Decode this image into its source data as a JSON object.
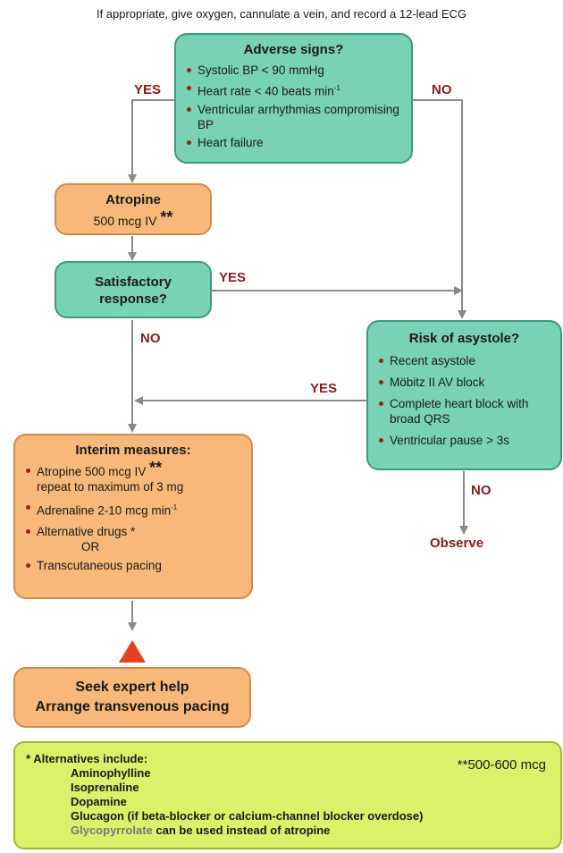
{
  "header": "If appropriate, give oxygen, cannulate a vein, and record a 12-lead ECG",
  "adverse": {
    "title": "Adverse signs?",
    "items": [
      "Systolic BP < 90 mmHg",
      "Heart rate < 40 beats min",
      "Ventricular arrhythmias compromising BP",
      "Heart failure"
    ],
    "sup": "-1"
  },
  "labels": {
    "yes1": "YES",
    "no1": "NO",
    "yes2": "YES",
    "no2": "NO",
    "yes3": "YES",
    "no3": "NO"
  },
  "atropine": {
    "title": "Atropine",
    "dose": "500 mcg IV",
    "stars": "**"
  },
  "satisfactory": {
    "line1": "Satisfactory",
    "line2": "response?"
  },
  "asystole": {
    "title": "Risk of asystole?",
    "items": [
      "Recent asystole",
      "Möbitz II AV block",
      "Complete heart block with broad QRS",
      "Ventricular pause > 3s"
    ]
  },
  "interim": {
    "title": "Interim measures:",
    "item1": "Atropine 500 mcg IV",
    "item1_stars": "**",
    "item1_cont": "repeat to maximum of 3 mg",
    "item2": "Adrenaline 2-10 mcg min",
    "item2_sup": "-1",
    "item3": "Alternative drugs *",
    "or": "OR",
    "item4": "Transcutaneous pacing"
  },
  "observe": "Observe",
  "expert": {
    "line1": "Seek expert help",
    "line2": "Arrange transvenous pacing"
  },
  "note": {
    "title": "* Alternatives include:",
    "dose": "**500-600 mcg",
    "items": [
      "Aminophylline",
      "Isoprenaline",
      "Dopamine",
      "Glucagon (if beta-blocker or calcium-channel blocker overdose)"
    ],
    "last_grey": "Glycopyrrolate",
    "last_rest": " can be used instead of atropine"
  },
  "colors": {
    "green": "#79d2b5",
    "orange": "#f7b87a",
    "note": "#d9f26a",
    "arrow": "#8a8a8a",
    "label": "#8b1a1a",
    "triangle": "#e8401c"
  }
}
